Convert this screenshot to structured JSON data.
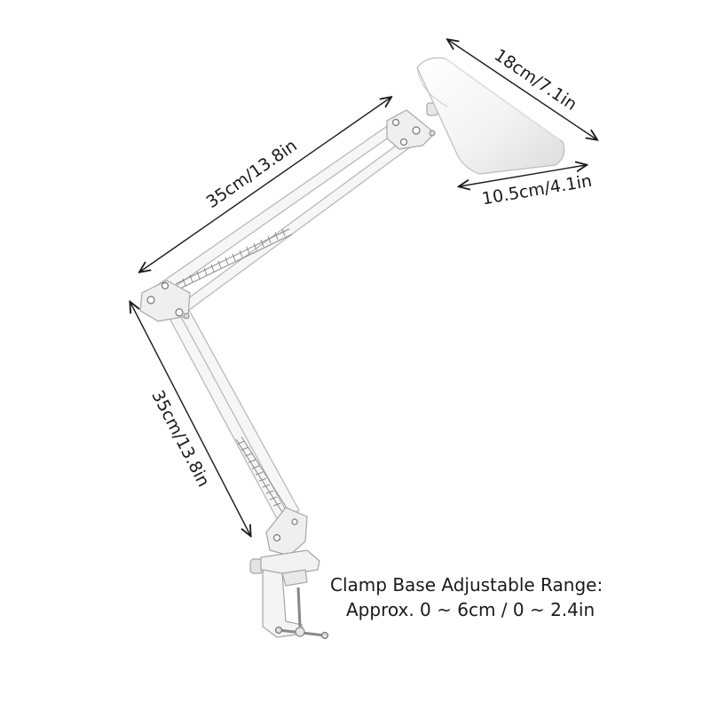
{
  "dimensions": {
    "upper_arm": "35cm/13.8in",
    "lower_arm": "35cm/13.8in",
    "shade_length": "18cm/7.1in",
    "shade_diameter": "10.5cm/4.1in"
  },
  "clamp_note": {
    "line1": "Clamp Base Adjustable Range:",
    "line2": "Approx. 0 ~ 6cm / 0 ~ 2.4in"
  },
  "colors": {
    "lamp_body": "#f4f4f4",
    "outline": "#b9b9b9",
    "text": "#1a1a1a"
  }
}
